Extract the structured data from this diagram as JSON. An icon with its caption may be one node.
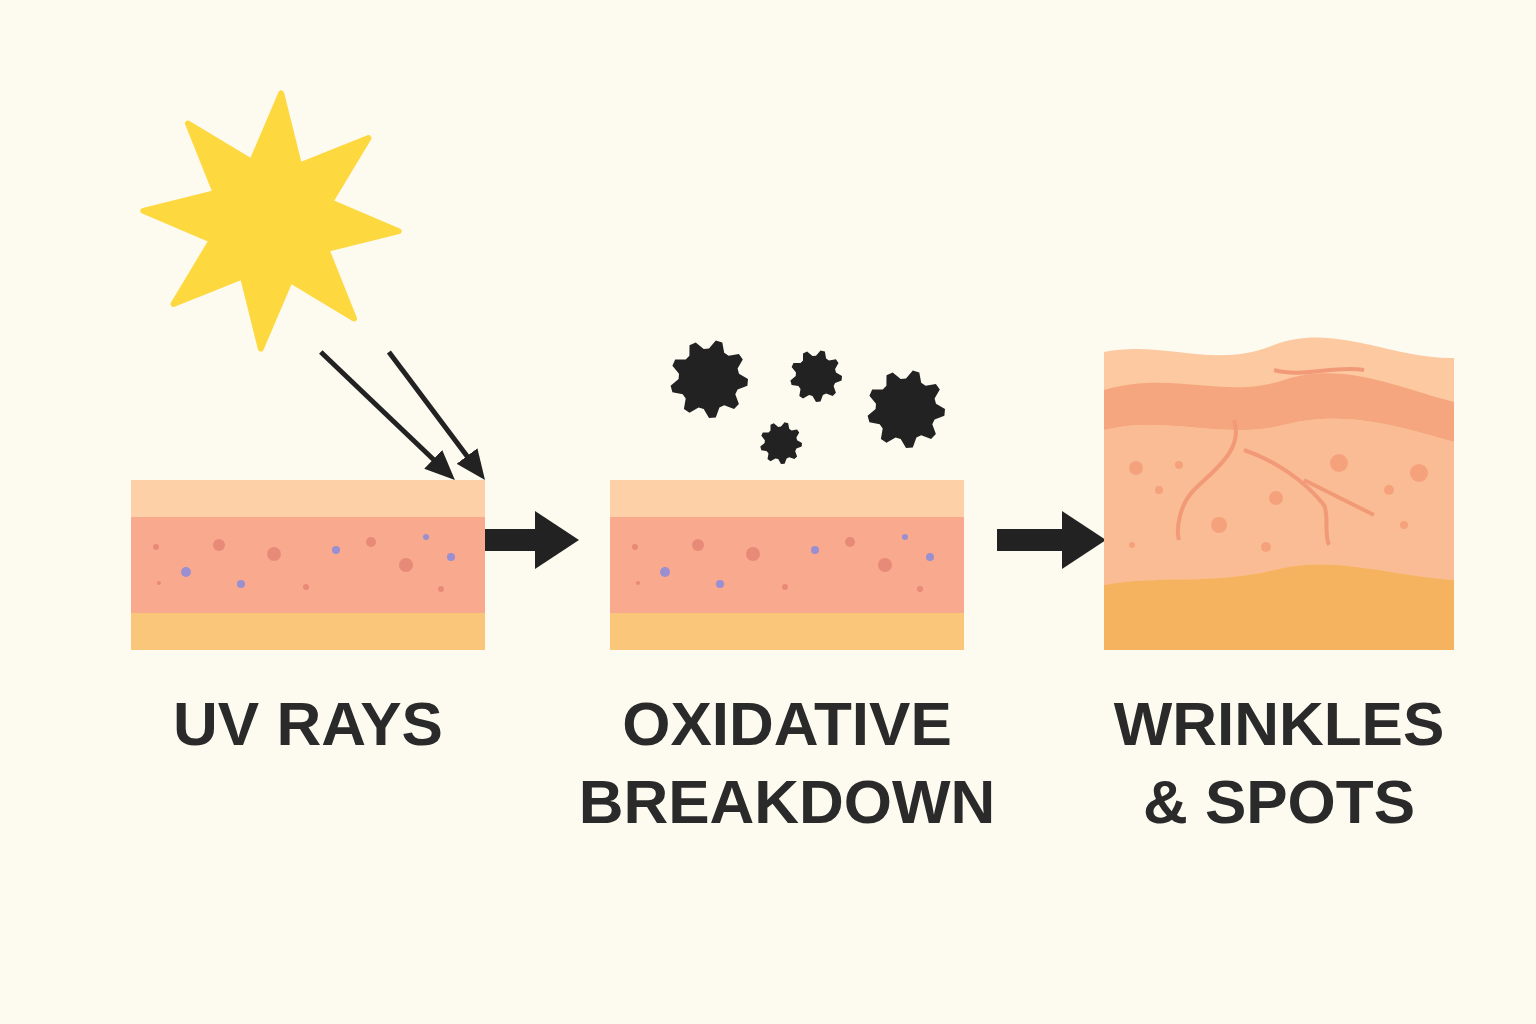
{
  "diagram": {
    "nodes": [
      {
        "text": [],
        "shape": "picture"
      },
      {
        "text": [
          "UV RAYS"
        ]
      },
      {
        "text": [
          "OXIDATIVE BREAKDOWN"
        ]
      },
      {
        "text": [
          "WRINKLES & SPOTS"
        ]
      }
    ],
    "edges": [
      {
        "from": 0,
        "to": 1,
        "arrow": "to"
      },
      {
        "from": 0,
        "to": 1,
        "arrow": "to"
      },
      {
        "from": 1,
        "to": 2,
        "arrow": "to",
        "style": "thick"
      },
      {
        "from": 2,
        "to": 3,
        "arrow": "to",
        "style": "thick"
      }
    ]
  }
}
